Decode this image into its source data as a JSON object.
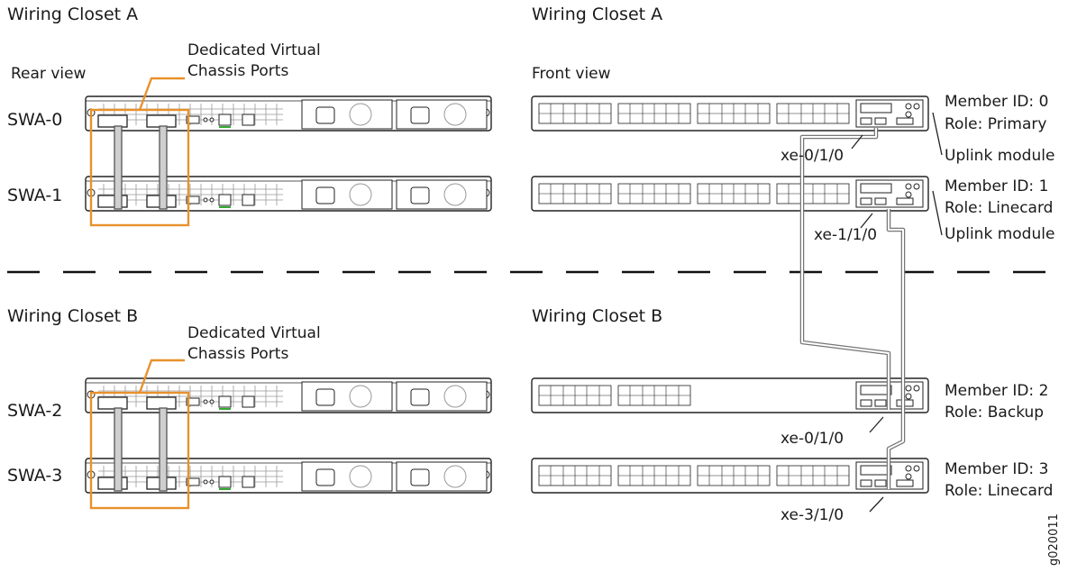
{
  "top": {
    "left_heading": "Wiring Closet A",
    "right_heading": "Wiring Closet A",
    "rear_view": "Rear view",
    "front_view": "Front view",
    "dvcp_line1": "Dedicated Virtual",
    "dvcp_line2": "Chassis Ports"
  },
  "bottom": {
    "left_heading": "Wiring Closet B",
    "right_heading": "Wiring Closet B",
    "dvcp_line1": "Dedicated Virtual",
    "dvcp_line2": "Chassis Ports"
  },
  "switches": [
    {
      "name": "SWA-0",
      "member": "Member ID: 0",
      "role": "Role: Primary",
      "port": "xe-0/1/0",
      "uplink": "Uplink module"
    },
    {
      "name": "SWA-1",
      "member": "Member ID: 1",
      "role": "Role: Linecard",
      "port": "xe-1/1/0",
      "uplink": "Uplink module"
    },
    {
      "name": "SWA-2",
      "member": "Member ID: 2",
      "role": "Role: Backup",
      "port": "xe-0/1/0"
    },
    {
      "name": "SWA-3",
      "member": "Member ID: 3",
      "role": "Role: Linecard",
      "port": "xe-3/1/0"
    }
  ],
  "figure_id": "g020011",
  "colors": {
    "highlight": "#e8912c",
    "line": "#222222",
    "cable": "#888888"
  }
}
